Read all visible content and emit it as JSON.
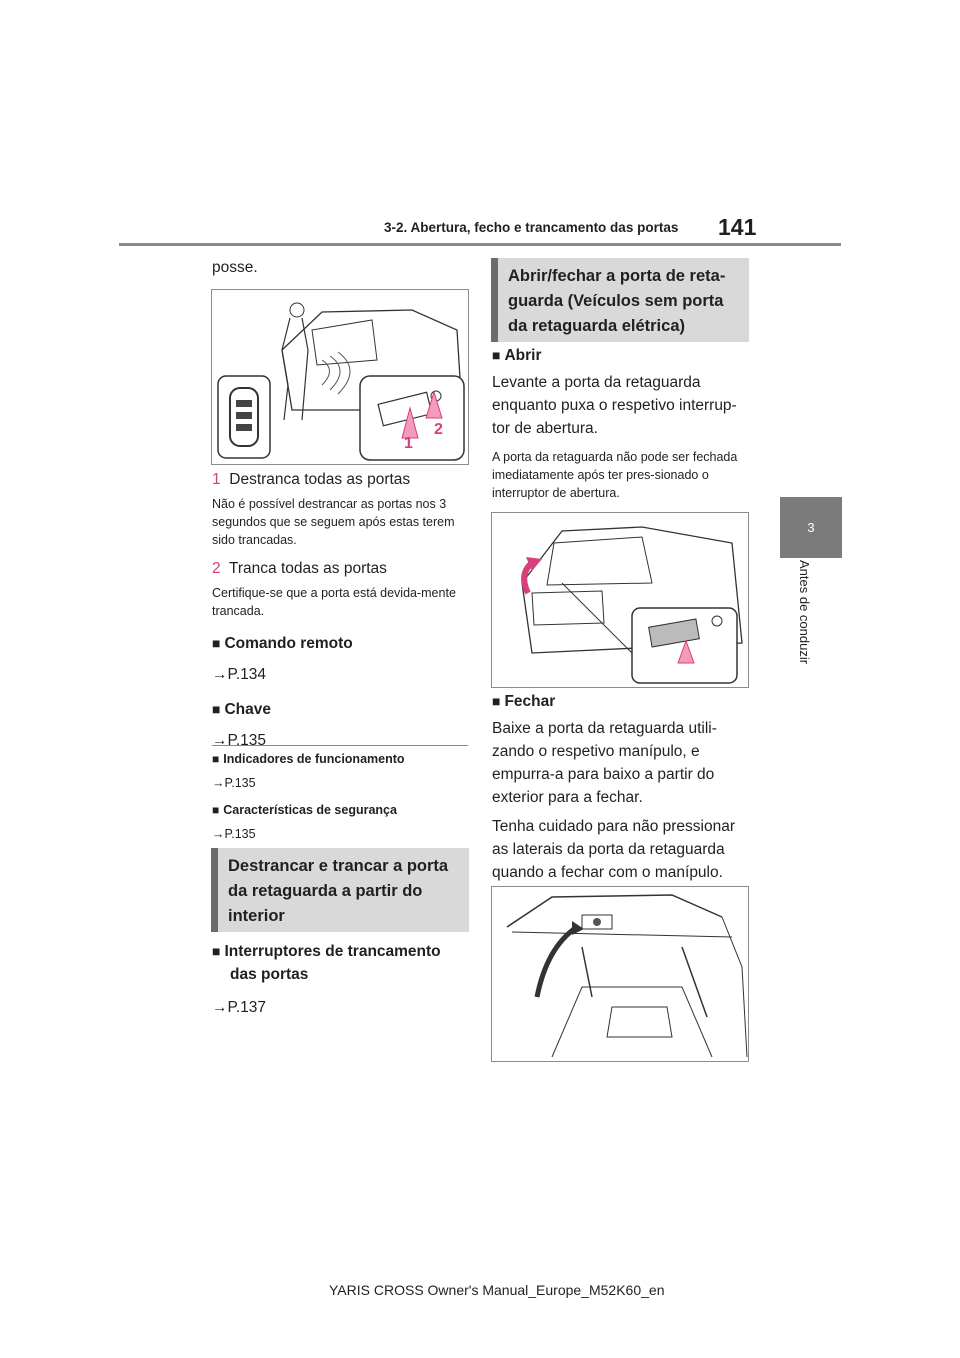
{
  "header": {
    "section_title": "3-2. Abertura, fecho e trancamento das portas",
    "page_number": "141"
  },
  "side_tab": {
    "chapter_number": "3",
    "chapter_label": "Antes de conduzir"
  },
  "left_column": {
    "intro": "posse.",
    "steps": [
      {
        "num": "1",
        "title": "Destranca todas as portas",
        "note": "Não é possível destrancar as portas nos 3 segundos que se seguem após estas terem sido trancadas."
      },
      {
        "num": "2",
        "title": "Tranca todas as portas",
        "note": "Certifique-se que a porta está devida-mente trancada."
      }
    ],
    "figure_labels": {
      "one": "1",
      "two": "2"
    },
    "remote": {
      "heading": "Comando remoto",
      "ref": "P.134"
    },
    "key": {
      "heading": "Chave",
      "ref": "P.135"
    },
    "indicators": {
      "heading": "Indicadores de funcionamento",
      "ref": "P.135"
    },
    "security": {
      "heading": "Características de segurança",
      "ref": "P.135"
    },
    "section2_title": "Destrancar e trancar a porta da retaguarda a partir do interior",
    "switches": {
      "heading": "Interruptores de trancamento das portas",
      "ref": "P.137"
    }
  },
  "right_column": {
    "section_title": "Abrir/fechar a porta de reta-guarda (Veículos sem porta da retaguarda elétrica)",
    "open": {
      "heading": "Abrir",
      "text": "Levante a porta da retaguarda enquanto puxa o respetivo interrup-tor de abertura.",
      "note": "A porta da retaguarda não pode ser fechada imediatamente após ter pres-sionado o interruptor de abertura."
    },
    "close": {
      "heading": "Fechar",
      "text1": "Baixe a porta da retaguarda utili-zando o respetivo manípulo, e empurra-a para baixo a partir do exterior para a fechar.",
      "text2": "Tenha cuidado para não pressionar as laterais da porta da retaguarda quando a fechar com o manípulo."
    }
  },
  "footer": "YARIS CROSS Owner's Manual_Europe_M52K60_en",
  "colors": {
    "accent_pink": "#d6407b",
    "section_gray": "#d9d9d9",
    "tab_gray": "#7b7b7b"
  }
}
